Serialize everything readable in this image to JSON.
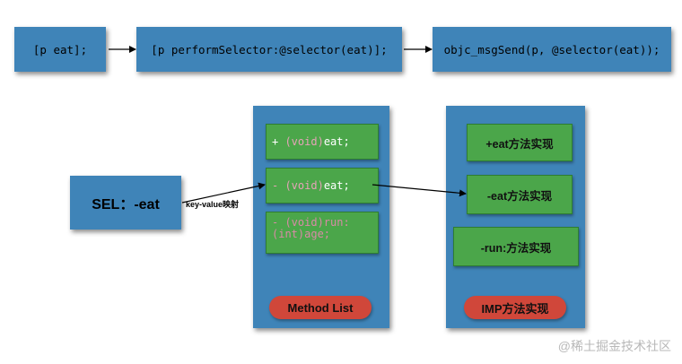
{
  "top_row": {
    "box1": "[p eat];",
    "box2": "[p performSelector:@selector(eat)];",
    "box3": "objc_msgSend(p, @selector(eat));"
  },
  "sel_box": {
    "label": "SEL：-eat"
  },
  "mapping_label": "key-value映射",
  "method_list": {
    "items": [
      {
        "prefix": "+ ",
        "keyword": "(void)",
        "name": "eat;"
      },
      {
        "prefix": "- ",
        "keyword": "(void)",
        "name": "eat;"
      },
      {
        "line1": "- (void)run:",
        "line2": "(int)age;"
      }
    ],
    "footer": "Method List"
  },
  "imp_list": {
    "items": [
      "+eat方法实现",
      "-eat方法实现",
      "-run:方法实现"
    ],
    "footer": "IMP方法实现"
  },
  "watermark": "@稀土掘金技术社区",
  "colors": {
    "box_blue": "#3f84b8",
    "item_green": "#4ba64a",
    "pill_red": "#d0473a"
  }
}
